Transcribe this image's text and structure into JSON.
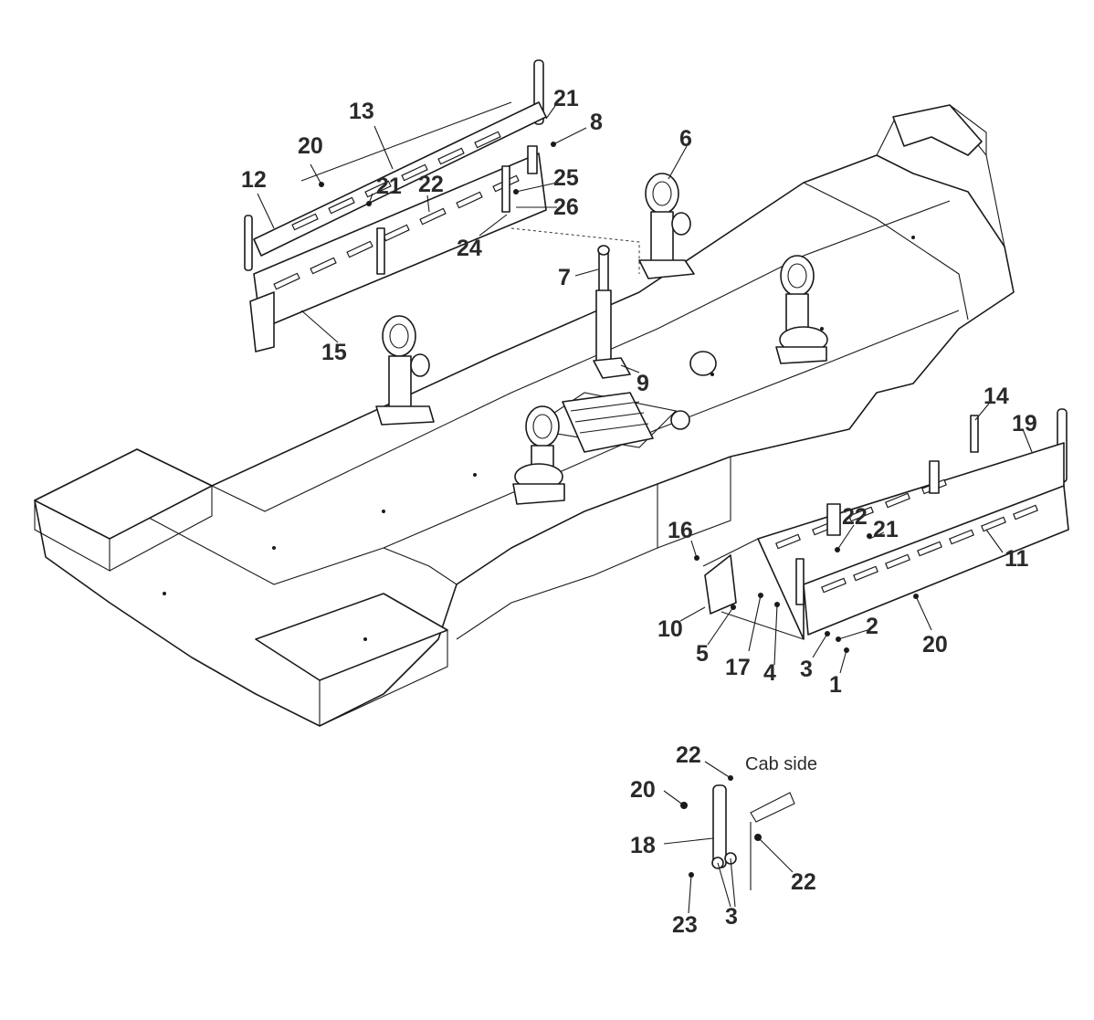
{
  "callouts": {
    "c1": "1",
    "c2": "2",
    "c3": "3",
    "c3b": "3",
    "c4": "4",
    "c5": "5",
    "c6": "6",
    "c7": "7",
    "c8": "8",
    "c9": "9",
    "c10": "10",
    "c11": "11",
    "c12": "12",
    "c13": "13",
    "c14": "14",
    "c15": "15",
    "c16": "16",
    "c17": "17",
    "c18": "18",
    "c19": "19",
    "c20a": "20",
    "c20b": "20",
    "c20c": "20",
    "c21a": "21",
    "c21b": "21",
    "c21c": "21",
    "c22a": "22",
    "c22b": "22",
    "c22c": "22",
    "c22d": "22",
    "c23": "23",
    "c24": "24",
    "c25": "25",
    "c26": "26"
  },
  "notes": {
    "cab_side": "Cab side"
  },
  "colors": {
    "line": "#1a1a1a",
    "text": "#2a2a2a",
    "background": "#ffffff"
  }
}
